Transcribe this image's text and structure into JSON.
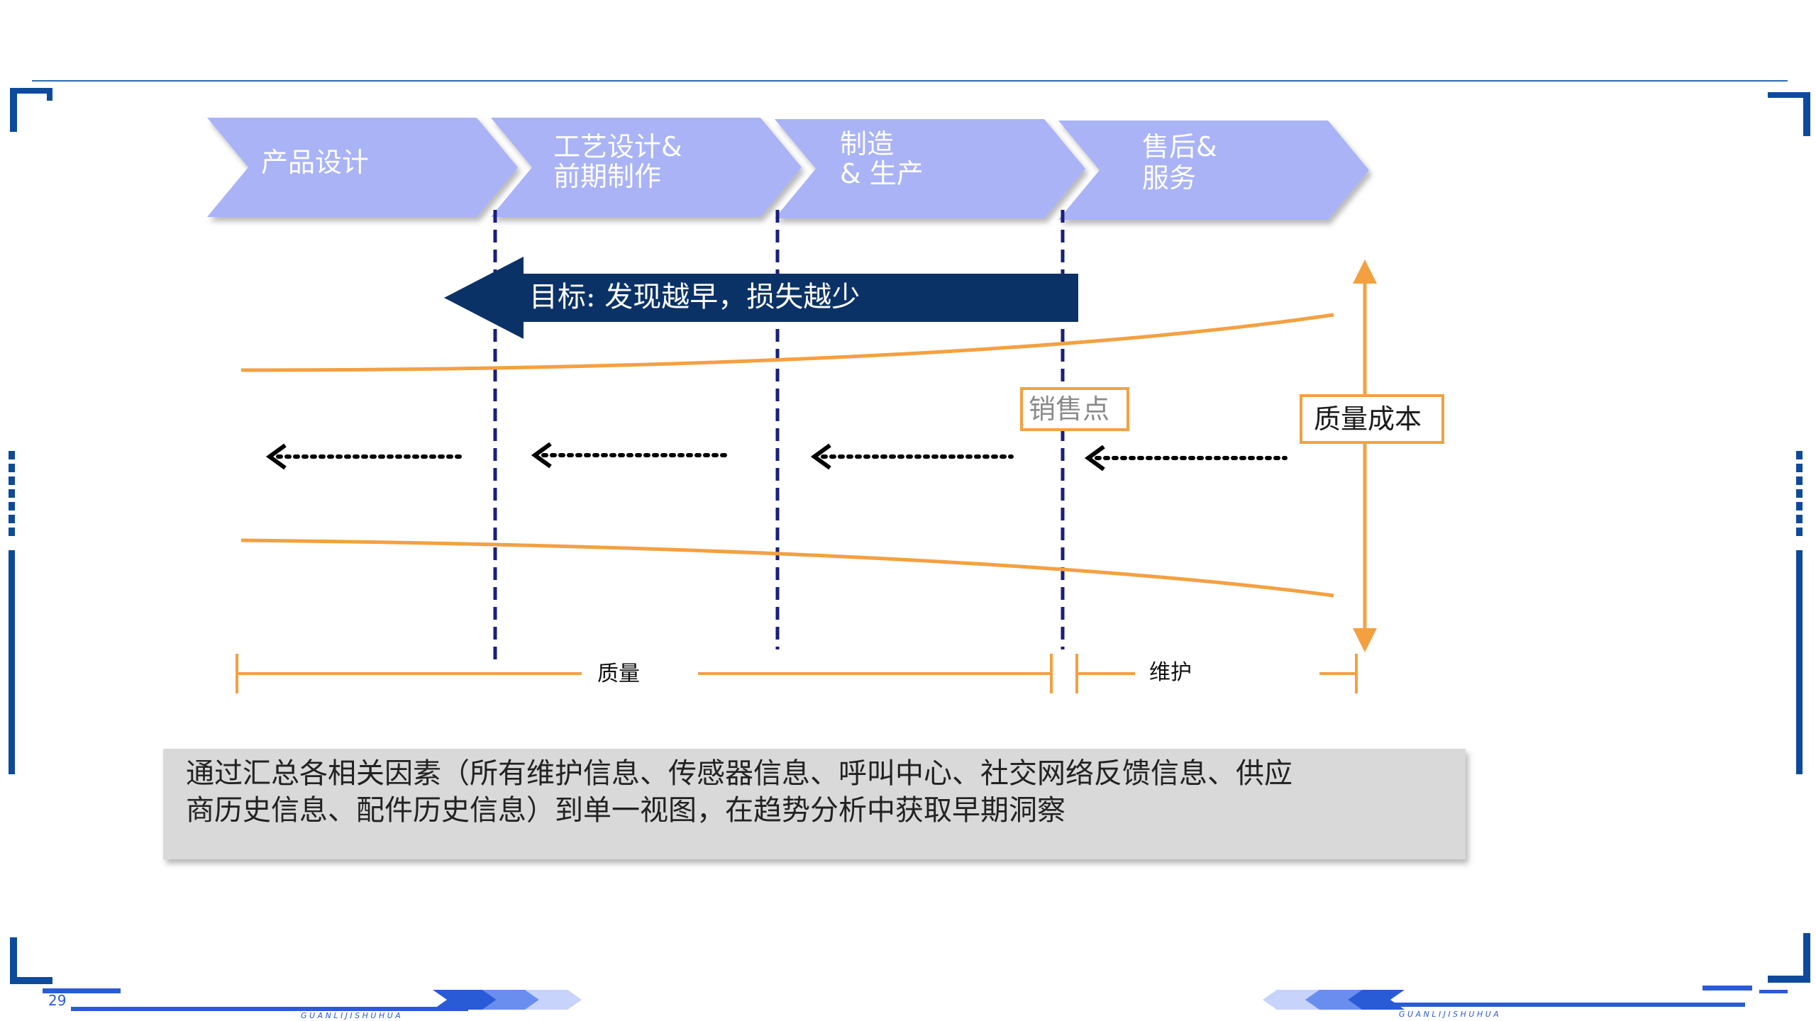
{
  "process_stages": [
    {
      "line1": "产品设计",
      "line2": ""
    },
    {
      "line1": "工艺设计&",
      "line2": "前期制作"
    },
    {
      "line1": "制造",
      "line2": "& 生产"
    },
    {
      "line1": "售后&",
      "line2": "服务"
    }
  ],
  "goal_arrow_text": "目标: 发现越早，损失越少",
  "point_of_sale_label": "销售点",
  "quality_cost_label": "质量成本",
  "timeline_quality_label": "质量",
  "timeline_maintenance_label": "维护",
  "summary_text_line1": "通过汇总各相关因素（所有维护信息、传感器信息、呼叫中心、社交网络反馈信息、供应",
  "summary_text_line2": "商历史信息、配件历史信息）到单一视图，在趋势分析中获取早期洞察",
  "page_number": "29",
  "footer_brand_left": "G U A N L I J I S H U H U A",
  "footer_brand_right": "G U A N L I J I S H U H U A",
  "colors": {
    "chevron_fill": "#a9b3f6",
    "dark_navy": "#0b3266",
    "orange": "#f4a041",
    "dashed_navy": "#1a1f7a",
    "frame_blue": "#0e4a9b",
    "summary_box": "#d9d9d9"
  }
}
